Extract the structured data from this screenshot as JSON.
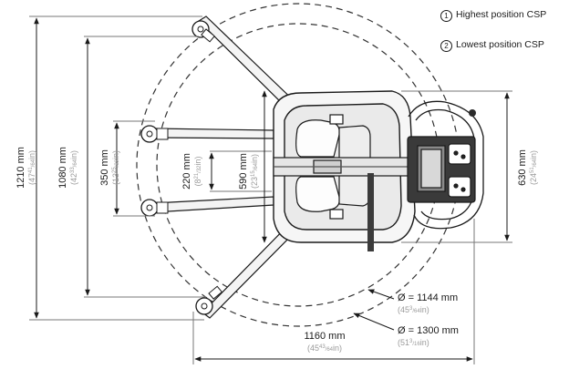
{
  "legend": {
    "item1": {
      "num": "1",
      "label": "Highest position CSP"
    },
    "item2": {
      "num": "2",
      "label": "Lowest position CSP"
    }
  },
  "dims": {
    "h1210": {
      "mm": "1210 mm",
      "in_open": "(47",
      "in_num": "41",
      "in_den": "/64",
      "in_close": "in)"
    },
    "h1080": {
      "mm": "1080 mm",
      "in_open": "(42",
      "in_num": "33",
      "in_den": "/64",
      "in_close": "in)"
    },
    "h350": {
      "mm": "350 mm",
      "in_open": "(13",
      "in_num": "25",
      "in_den": "/32",
      "in_close": "in)"
    },
    "h220": {
      "mm": "220 mm",
      "in_open": "(8",
      "in_num": "21",
      "in_den": "/32",
      "in_close": "in)"
    },
    "h590": {
      "mm": "590 mm",
      "in_open": "(23",
      "in_num": "15",
      "in_den": "/64",
      "in_close": "in)"
    },
    "h630": {
      "mm": "630 mm",
      "in_open": "(24",
      "in_num": "51",
      "in_den": "/64",
      "in_close": "in)"
    },
    "d1144": {
      "mm": "Ø = 1144 mm",
      "in_open": "(45",
      "in_num": "3",
      "in_den": "/64",
      "in_close": "in)"
    },
    "d1300": {
      "mm": "Ø = 1300 mm",
      "in_open": "(51",
      "in_num": "3",
      "in_den": "/16",
      "in_close": "in)"
    },
    "w1160": {
      "mm": "1160 mm",
      "in_open": "(45",
      "in_num": "43",
      "in_den": "/64",
      "in_close": "in)"
    }
  }
}
